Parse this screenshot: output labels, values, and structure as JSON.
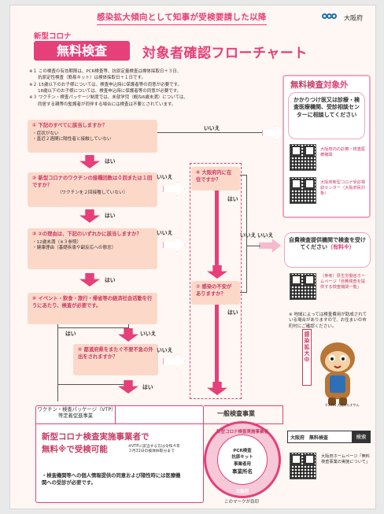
{
  "header": {
    "subtitle": "感染拡大傾向として知事が受検要請した以降",
    "logo_text": "大阪府",
    "pre_title": "新型コロナ",
    "badge": "無料検査",
    "main": "対象者確認フローチャート"
  },
  "notes": [
    "※１ この検査の有効期限は、PCR検査等、抗原定量検査は検体採取日＋３日、",
    "　　抗原定性検査（簡易キット）は検体採取日＋１日です。",
    "※２ 15歳以下のお子様については、検査申込時に保護者等の同意が必要です。",
    "　　18歳以下のお子様については、検査申込時に保護者等の同意が必要です。",
    "※３ ワクチン・検査パッケージ制度では、未就学児（概ね6歳未満）については、",
    "　　同居する親等の監護者が同伴する場合には検査は不要とされています。"
  ],
  "steps": {
    "q1": {
      "title": "① 下記のすべてに該当しますか？",
      "items": [
        "・症状がない",
        "・直近２週間に陽性者と接触していない"
      ]
    },
    "q2": {
      "title": "② 新型コロナのワクチンの接種回数は０回または１回ですか？",
      "sub": "（ワクチンを２回接種していない）"
    },
    "q3": {
      "title": "③ ②の理由は、下記のいずれかに該当しますか？",
      "items": [
        "・12歳未満（※３参照）",
        "・健康理由（基礎疾患や副反応への懸念）"
      ]
    },
    "q4": {
      "title": "④ イベント・飲食・旅行・帰省等の経済社会活動を行うにあたり、検査が必要です。"
    },
    "q5": {
      "title": "⑤ 都道府県をまたぐ不要不急の外出をされますか？"
    },
    "q6": {
      "title": "⑥ 大阪府内に在住ですか？"
    },
    "q7": {
      "title": "⑦ 感染の不安がありますか？"
    }
  },
  "answers": {
    "yes": "はい",
    "no": "いいえ"
  },
  "outcomes": {
    "vtp": "ワクチン・検査パッケージ（VTP）等定着促進事業",
    "general": "一般検査事業"
  },
  "right_panel": {
    "title_prefix": "無料検査",
    "title_suffix": "対象外",
    "card1": "かかりつけ医又は診療・検査医療機関、受診相談センターに相談してください",
    "qr1_caption": "大阪府内の診療・検査医療機関",
    "qr2_caption": "大阪府新型コロナ受診相談センター（大阪府民対象）",
    "card2_line": "自費検査提供機関で検査を受けてください",
    "card2_paid": "（有料※）",
    "qr3_caption": "（参考）厚生労働省ホームページ「自費検査を提供する検査機関一覧」",
    "footnote": "※ 地域によっては検査費用が助成されている場合がありますので、お住まいの市町村にご確認ください。"
  },
  "mascot_sign": "感染拡大中",
  "mascot_credit": "©2014 大阪府もずやん",
  "bottom": {
    "headline1": "新型コロナ検査実施事業者で",
    "headline2a": "無料",
    "headline2b": "※で受検可能",
    "vtp_note": "※VTPに該当する方は令和４年３月31日の検体採取分まで",
    "privacy": "・検査機関等への個人情報提供の同意および陽性時には医療機関への受診が必要です。",
    "badge_top": "新型コロナ検査実施事業者",
    "badge_mid1": "PCR検査",
    "badge_mid2": "抗原キット",
    "badge_num": "事業者用",
    "badge_name": "事業所名",
    "badge_bottom": "大阪府",
    "mark_caption": "このマークが目印",
    "tab_left": "大阪府　無料検査",
    "tab_search": "検索",
    "hp_caption": "大阪府ホームページ「無料検査事業の実施について」"
  }
}
